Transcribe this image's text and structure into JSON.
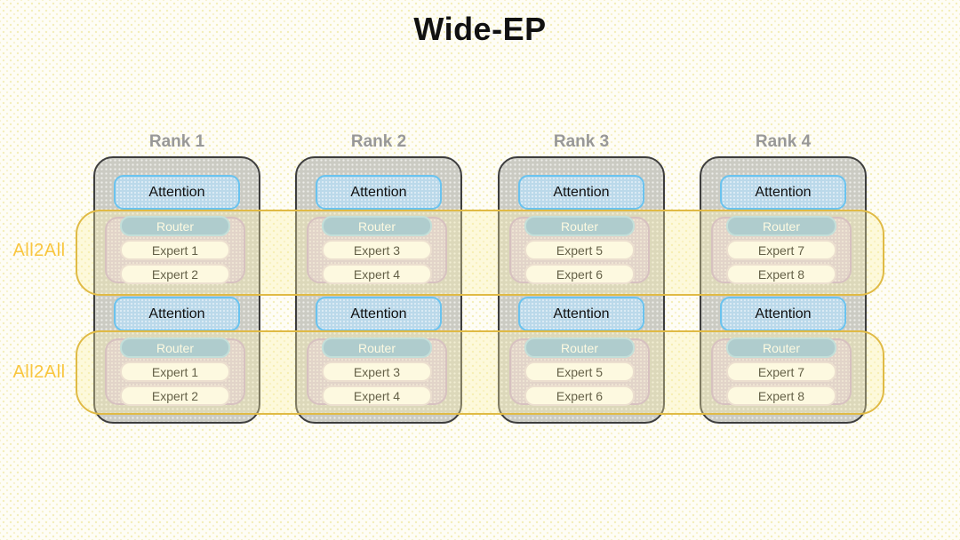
{
  "title": "Wide-EP",
  "all2all": {
    "left_labels": [
      "All2All",
      "All2All"
    ]
  },
  "ranks": [
    {
      "label": "Rank 1",
      "rows": [
        {
          "attention": "Attention",
          "router": "Router",
          "experts": [
            "Expert 1",
            "Expert 2"
          ]
        },
        {
          "attention": "Attention",
          "router": "Router",
          "experts": [
            "Expert 1",
            "Expert 2"
          ]
        }
      ]
    },
    {
      "label": "Rank 2",
      "rows": [
        {
          "attention": "Attention",
          "router": "Router",
          "experts": [
            "Expert 3",
            "Expert 4"
          ]
        },
        {
          "attention": "Attention",
          "router": "Router",
          "experts": [
            "Expert 3",
            "Expert 4"
          ]
        }
      ]
    },
    {
      "label": "Rank 3",
      "rows": [
        {
          "attention": "Attention",
          "router": "Router",
          "experts": [
            "Expert 5",
            "Expert 6"
          ]
        },
        {
          "attention": "Attention",
          "router": "Router",
          "experts": [
            "Expert 5",
            "Expert 6"
          ]
        }
      ]
    },
    {
      "label": "Rank 4",
      "rows": [
        {
          "attention": "Attention",
          "router": "Router",
          "experts": [
            "Expert 7",
            "Expert 8"
          ]
        },
        {
          "attention": "Attention",
          "router": "Router",
          "experts": [
            "Expert 7",
            "Expert 8"
          ]
        }
      ]
    }
  ],
  "colors": {
    "title_text": "#111111",
    "rank_label_text": "#989898",
    "rank_box_fill": "#cbcbc3",
    "rank_box_border": "#3d3d3d",
    "attention_fill": "#bbd9ea",
    "attention_border": "#6ac3ef",
    "moe_group_fill": "#d5c5db",
    "moe_group_border": "#c3a8cd",
    "router_fill": "#86b9e1",
    "router_border": "#a5d6f3",
    "router_text": "#ffffff",
    "expert_fill": "#fdfdfd",
    "expert_border": "#e3d6e3",
    "band_border": "#e0ba45",
    "band_fill": "rgba(252,240,170,0.35)",
    "all2all_text": "#f9c63f"
  }
}
